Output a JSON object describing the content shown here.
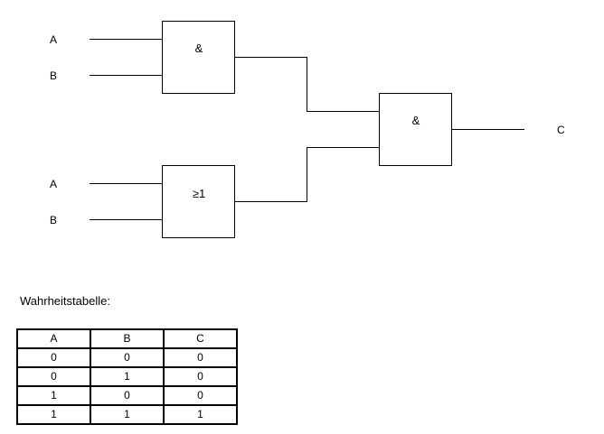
{
  "inputs": {
    "gate1_a": "A",
    "gate1_b": "B",
    "gate2_a": "A",
    "gate2_b": "B"
  },
  "output_label": "C",
  "gates": {
    "and1_symbol": "&",
    "or_symbol": "≥1",
    "and2_symbol": "&"
  },
  "truth_table": {
    "caption": "Wahrheitstabelle:",
    "headers": [
      "A",
      "B",
      "C"
    ],
    "rows": [
      [
        "0",
        "0",
        "0"
      ],
      [
        "0",
        "1",
        "0"
      ],
      [
        "1",
        "0",
        "0"
      ],
      [
        "1",
        "1",
        "1"
      ]
    ]
  }
}
